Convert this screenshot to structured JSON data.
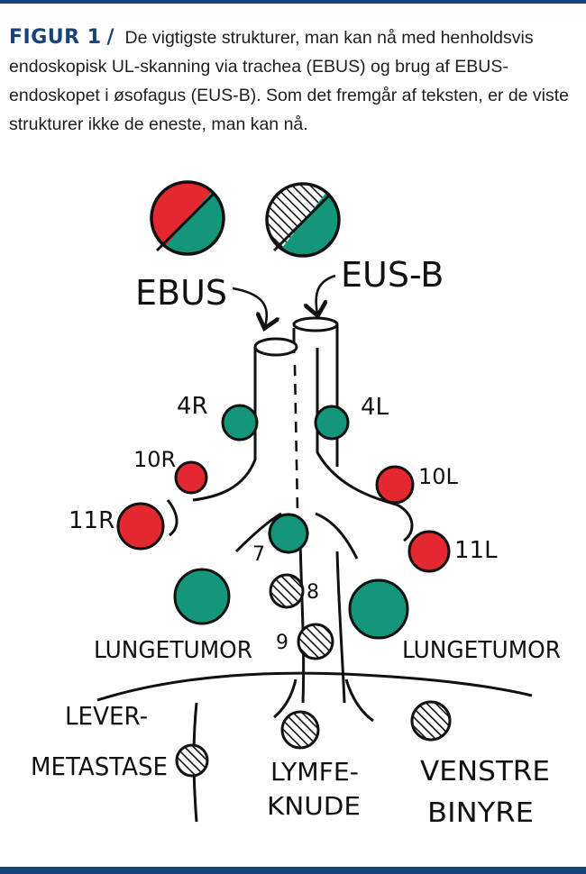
{
  "caption": {
    "label": "FIGUR 1",
    "separator": "/",
    "text": "De vigtigste strukturer, man kan nå med henholdsvis endoskopisk UL-skanning via trachea (EBUS) og brug af EBUS-endoskopet i øsofagus (EUS-B). Som det fremgår af teksten, er de viste strukturer ikke de eneste, man kan nå."
  },
  "figure": {
    "labels": {
      "ebus": "EBUS",
      "eusb": "EUS-B",
      "n4r": "4R",
      "n4l": "4L",
      "n10r": "10R",
      "n10l": "10L",
      "n11r": "11R",
      "n11l": "11L",
      "n7": "7",
      "n8": "8",
      "n9": "9",
      "tumor_left": "LUNGETUMOR",
      "tumor_right": "LUNGETUMOR",
      "liver_line1": "LEVER-",
      "liver_line2": "METASTASE",
      "lymph_line1": "LYMFE-",
      "lymph_line2": "KNUDE",
      "adrenal_line1": "VENSTRE",
      "adrenal_line2": "BINYRE"
    },
    "colors": {
      "red": "#e4282f",
      "green": "#13967a",
      "outline": "#111111",
      "brand": "#17427a"
    }
  }
}
